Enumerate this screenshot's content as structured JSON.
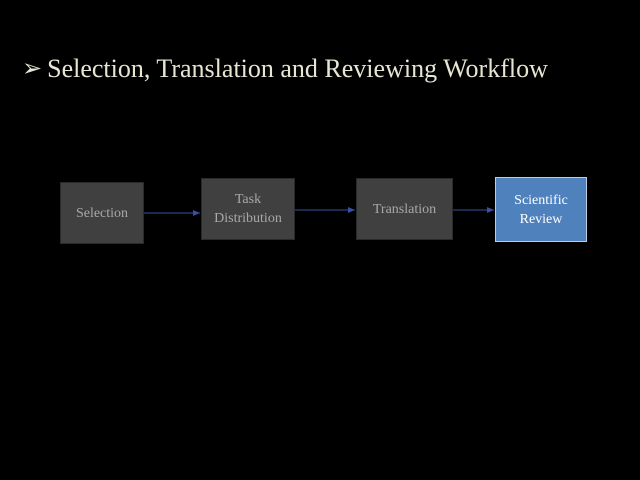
{
  "slide": {
    "bullet": "➢",
    "title": "Selection, Translation and Reviewing Workflow"
  },
  "workflow": {
    "steps": [
      {
        "label": "Selection",
        "highlight": false
      },
      {
        "label": "Task\nDistribution",
        "highlight": false
      },
      {
        "label": "Translation",
        "highlight": false
      },
      {
        "label": "Scientific\nReview",
        "highlight": true
      }
    ],
    "colors": {
      "background": "#000000",
      "title_text": "#e6e6d2",
      "step_fill": "#404040",
      "step_text": "#a8a8a8",
      "highlight_fill": "#4f81bd",
      "highlight_text": "#ffffff",
      "arrow": "#3a4fa0"
    }
  }
}
